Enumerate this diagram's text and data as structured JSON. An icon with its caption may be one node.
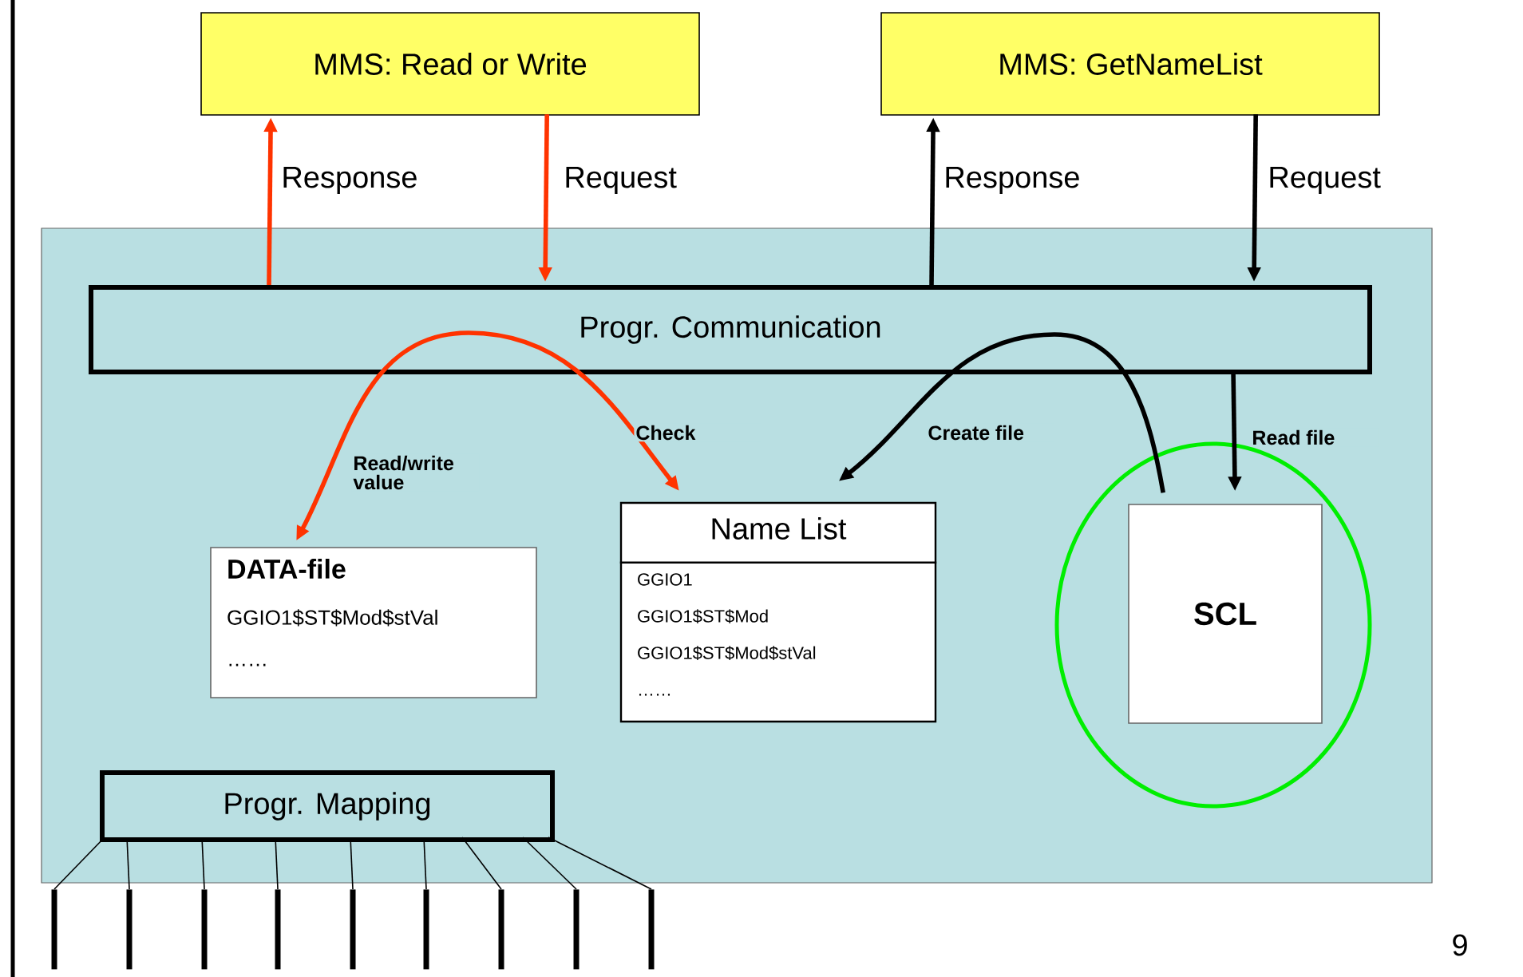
{
  "diagram": {
    "nodes": [
      {
        "text": [
          "MMS: Read or Write"
        ]
      },
      {
        "text": [
          "MMS: GetNameList"
        ]
      },
      {
        "text": [],
        "shape": "box"
      },
      {
        "text": [
          "Progr. Communication"
        ],
        "in": 2
      },
      {
        "text": [
          "DATA-file",
          "GGIO1$ST$Mod$stVal",
          "……"
        ],
        "in": 2
      },
      {
        "text": [
          "Name List",
          "GGIO1",
          "GGIO1$ST$Mod",
          "GGIO1$ST$Mod$stVal",
          "……"
        ],
        "in": 2
      },
      {
        "text": [],
        "shape": "circle",
        "in": 2
      },
      {
        "text": [
          "SCL"
        ],
        "in": 6
      },
      {
        "text": [
          "Progr. Mapping"
        ],
        "in": 2
      },
      {
        "text": [],
        "shape": "bar"
      },
      {
        "text": [],
        "shape": "bar"
      },
      {
        "text": [],
        "shape": "bar"
      },
      {
        "text": [],
        "shape": "bar"
      },
      {
        "text": [],
        "shape": "bar"
      },
      {
        "text": [],
        "shape": "bar"
      },
      {
        "text": [],
        "shape": "bar"
      },
      {
        "text": [],
        "shape": "bar"
      },
      {
        "text": [],
        "shape": "bar"
      }
    ],
    "edges": [
      {
        "from": 3,
        "to": 0,
        "arrow": "to",
        "label": "Response",
        "style": "thick",
        "color": "#ff3300"
      },
      {
        "from": 0,
        "to": 3,
        "arrow": "to",
        "label": "Request",
        "style": "thick",
        "color": "#ff3300"
      },
      {
        "from": 3,
        "to": 1,
        "arrow": "to",
        "label": "Response",
        "style": "thick"
      },
      {
        "from": 1,
        "to": 3,
        "arrow": "to",
        "label": "Request",
        "style": "thick"
      },
      {
        "from": 3,
        "to": 4,
        "arrow": "to",
        "label": "Read/write value",
        "style": "thick",
        "color": "#ff3300"
      },
      {
        "from": 3,
        "to": 5,
        "arrow": "to",
        "label": "Check",
        "style": "thick",
        "color": "#ff3300"
      },
      {
        "from": 7,
        "to": 3,
        "arrow": "none",
        "style": "thick"
      },
      {
        "from": 3,
        "to": 5,
        "arrow": "to",
        "label": "Create file",
        "style": "thick"
      },
      {
        "from": 3,
        "to": 7,
        "arrow": "to",
        "label": "Read file",
        "style": "thick"
      },
      {
        "from": 8,
        "to": 9,
        "arrow": "none"
      },
      {
        "from": 8,
        "to": 10,
        "arrow": "none"
      },
      {
        "from": 8,
        "to": 11,
        "arrow": "none"
      },
      {
        "from": 8,
        "to": 12,
        "arrow": "none"
      },
      {
        "from": 8,
        "to": 13,
        "arrow": "none"
      },
      {
        "from": 8,
        "to": 14,
        "arrow": "none"
      },
      {
        "from": 8,
        "to": 15,
        "arrow": "none"
      },
      {
        "from": 8,
        "to": 16,
        "arrow": "none"
      },
      {
        "from": 8,
        "to": 17,
        "arrow": "none"
      }
    ],
    "labels": [
      "9"
    ]
  }
}
